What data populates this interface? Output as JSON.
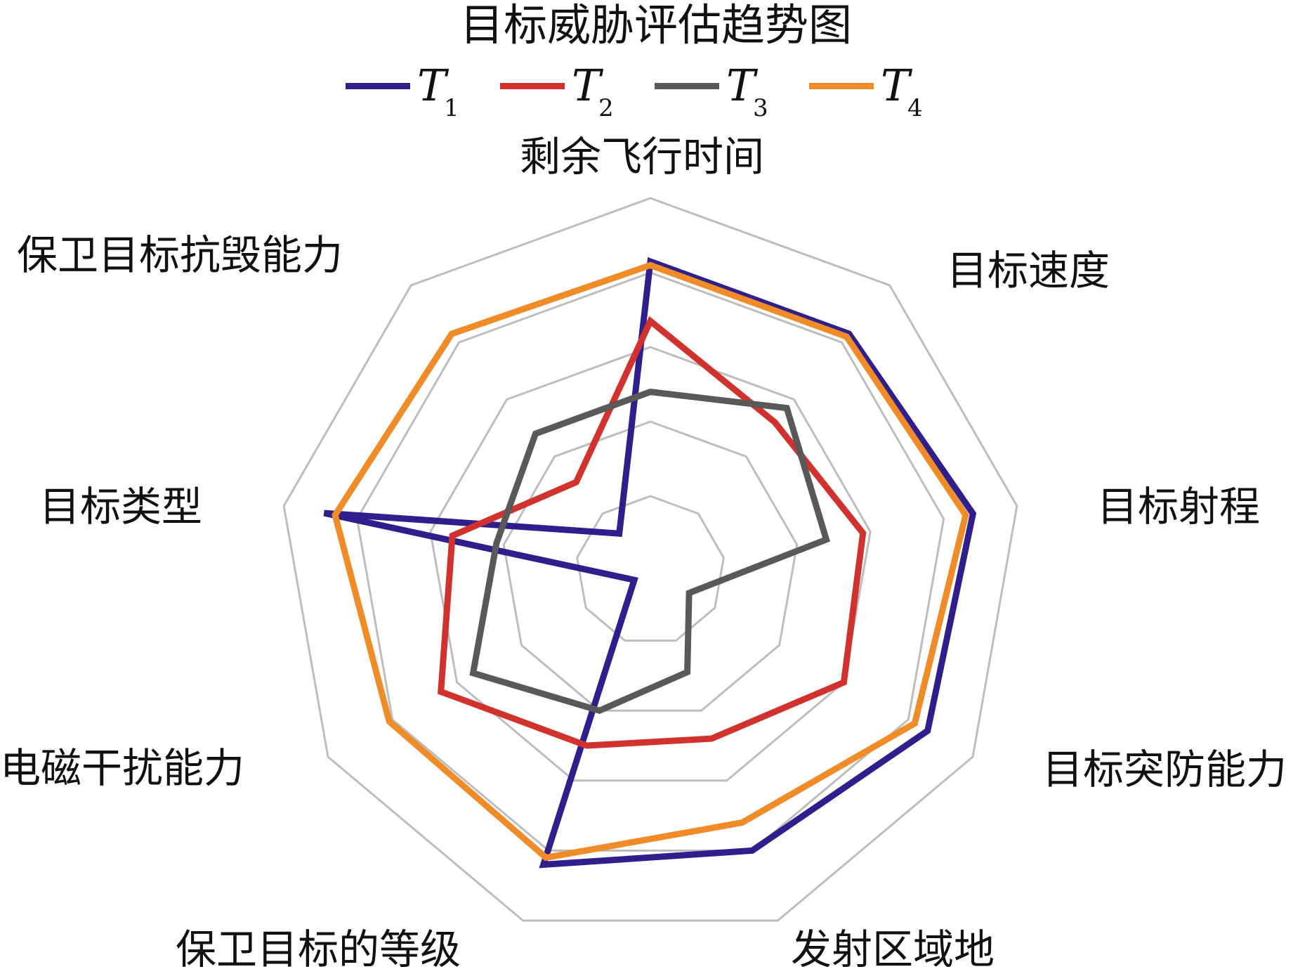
{
  "chart_data": {
    "type": "radar",
    "title": "目标威胁评估趋势图",
    "axes": [
      "剩余飞行时间",
      "目标速度",
      "目标射程",
      "目标突防能力",
      "发射区域地",
      "保卫目标的等级",
      "电磁干扰能力",
      "目标类型",
      "保卫目标抗毁能力"
    ],
    "rings": 5,
    "series": [
      {
        "name": "T",
        "subscript": "1",
        "color": "#2e1f8c",
        "values": [
          0.83,
          0.83,
          0.88,
          0.86,
          0.8,
          0.84,
          0.05,
          0.89,
          0.13
        ]
      },
      {
        "name": "T",
        "subscript": "2",
        "color": "#d2322d",
        "values": [
          0.67,
          0.52,
          0.58,
          0.6,
          0.48,
          0.5,
          0.65,
          0.54,
          0.31
        ]
      },
      {
        "name": "T",
        "subscript": "3",
        "color": "#595959",
        "values": [
          0.48,
          0.57,
          0.48,
          0.12,
          0.29,
          0.4,
          0.55,
          0.42,
          0.48
        ]
      },
      {
        "name": "T",
        "subscript": "4",
        "color": "#f08c28",
        "values": [
          0.82,
          0.82,
          0.86,
          0.82,
          0.72,
          0.82,
          0.81,
          0.86,
          0.83
        ]
      }
    ]
  }
}
